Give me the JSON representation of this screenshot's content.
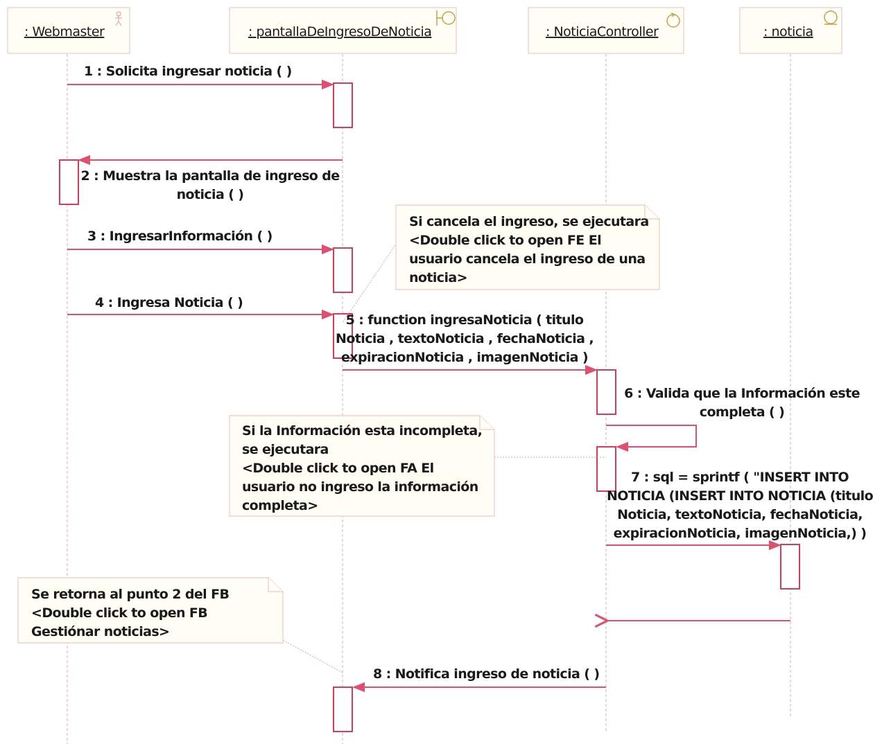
{
  "lifelines": [
    {
      "name": ": Webmaster",
      "stereotype": "actor"
    },
    {
      "name": ": pantallaDeIngresoDeNoticia",
      "stereotype": "boundary"
    },
    {
      "name": ": NoticiaController",
      "stereotype": "control"
    },
    {
      "name": ": noticia",
      "stereotype": "entity"
    }
  ],
  "messages": [
    {
      "id": "m1",
      "lines": [
        "1 : Solicita ingresar noticia ( )"
      ]
    },
    {
      "id": "m2",
      "lines": [
        "2 : Muestra la pantalla de ingreso de",
        "noticia ( )"
      ]
    },
    {
      "id": "m3",
      "lines": [
        "3 : IngresarInformación ( )"
      ]
    },
    {
      "id": "m4",
      "lines": [
        "4 : Ingresa Noticia ( )"
      ]
    },
    {
      "id": "m5",
      "lines": [
        "5 : function ingresaNoticia ( titulo",
        "Noticia , textoNoticia , fechaNoticia ,",
        "expiracionNoticia , imagenNoticia )"
      ]
    },
    {
      "id": "m6",
      "lines": [
        "6 : Valida que la Información este",
        "completa ( )"
      ]
    },
    {
      "id": "m7",
      "lines": [
        "7 : sql = sprintf ( \"INSERT INTO",
        "NOTICIA (INSERT INTO NOTICIA (titulo",
        "Noticia, textoNoticia, fechaNoticia,",
        "expiracionNoticia, imagenNoticia,) )"
      ]
    },
    {
      "id": "m8",
      "lines": [
        "8 : Notifica ingreso de noticia ( )"
      ]
    }
  ],
  "notes": [
    {
      "id": "n1",
      "lines": [
        "Si cancela el ingreso, se ejecutara",
        "<Double click to open FE El",
        "usuario cancela el ingreso de una",
        "noticia>"
      ]
    },
    {
      "id": "n2",
      "lines": [
        "Si la Información esta incompleta,",
        "se ejecutara",
        "<Double click to open FA El",
        "usuario no ingreso la información",
        "completa>"
      ]
    },
    {
      "id": "n3",
      "lines": [
        "Se retorna al punto 2 del FB",
        "<Double click to open FB",
        "Gestiónar noticias>"
      ]
    }
  ]
}
